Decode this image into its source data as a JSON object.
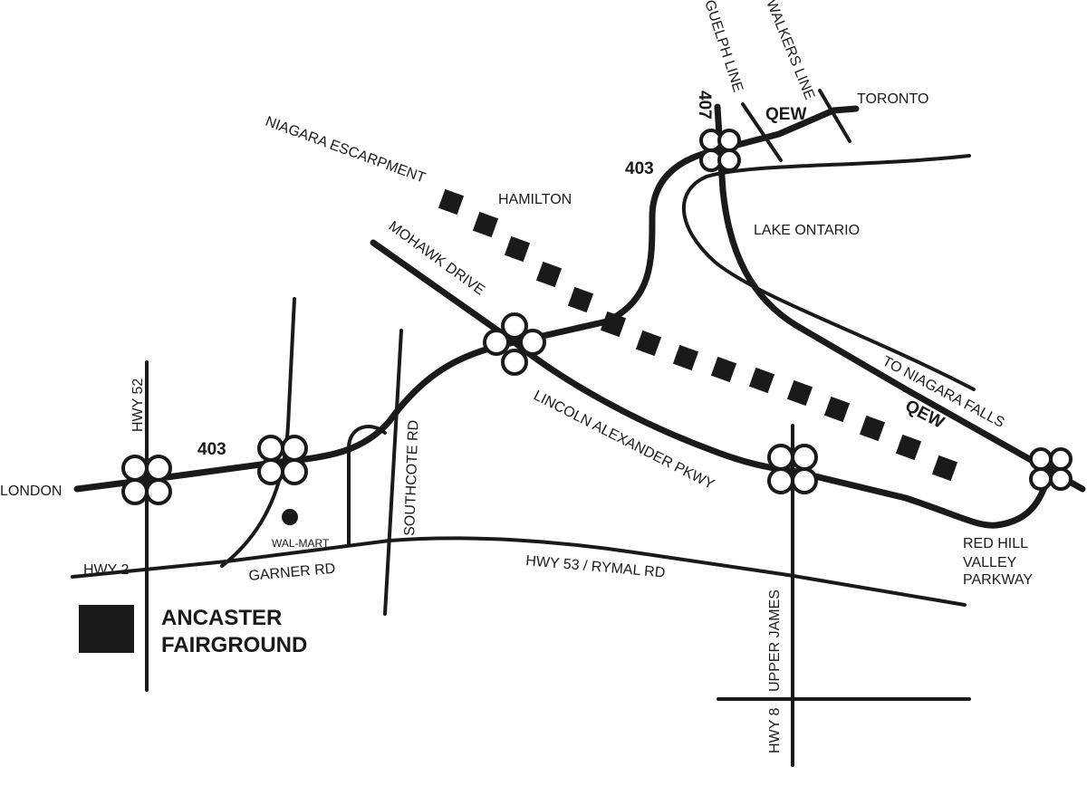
{
  "map": {
    "colors": {
      "ink": "#1a1a1a",
      "background": "#ffffff"
    },
    "places": {
      "toronto": "TORONTO",
      "london": "LONDON",
      "hamilton": "HAMILTON",
      "lake_ontario": "LAKE ONTARIO",
      "to_niagara_falls": "TO NIAGARA FALLS",
      "niagara_escarpment": "NIAGARA ESCARPMENT",
      "walmart": "WAL-MART"
    },
    "roads": {
      "guelph_line": "GUELPH LINE",
      "walkers_line": "WALKERS LINE",
      "qew_top": "QEW",
      "qew_bottom": "QEW",
      "hwy407": "407",
      "hwy403_top": "403",
      "hwy403_west": "403",
      "mohawk_drive": "MOHAWK DRIVE",
      "lincoln_alexander": "LINCOLN ALEXANDER PKWY",
      "southcote_rd": "SOUTHCOTE RD",
      "hwy52": "HWY 52",
      "hwy2": "HWY 2",
      "garner_rd": "GARNER RD",
      "hwy53": "HWY 53 / RYMAL RD",
      "upper_james": "UPPER JAMES",
      "hwy8": "HWY 8",
      "red_hill_1": "RED HILL",
      "red_hill_2": "VALLEY",
      "red_hill_3": "PARKWAY"
    },
    "destination": {
      "line1": "ANCASTER",
      "line2": "FAIRGROUND"
    }
  }
}
